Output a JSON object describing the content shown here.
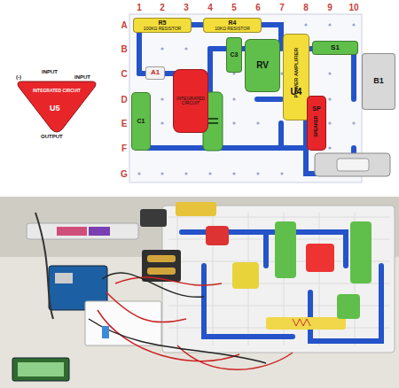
{
  "diagram": {
    "nodes": [
      {
        "text": [
          "R5",
          "100KΩ RESISTOR"
        ]
      },
      {
        "text": [
          "R4",
          "10KΩ RESISTOR"
        ]
      },
      {
        "text": [
          "A1"
        ]
      },
      {
        "text": [
          "INTEGRATED CIRCUIT"
        ]
      },
      {
        "text": [
          "C3"
        ]
      },
      {
        "text": [
          "RV"
        ]
      },
      {
        "text": [
          "POWER AMPLIFIER",
          "U4"
        ]
      },
      {
        "text": [
          "S1"
        ]
      },
      {
        "text": [
          "B1"
        ]
      },
      {
        "text": [
          "C1"
        ]
      },
      {
        "text": [
          "SP",
          "SPEAKER"
        ]
      },
      {
        "text": [
          "(-)",
          "INPUT",
          "INPUT",
          "INTEGRATED CIRCUIT",
          "U5",
          "OUTPUT"
        ]
      }
    ],
    "labels": [
      "1",
      "2",
      "3",
      "4",
      "5",
      "6",
      "7",
      "8",
      "9",
      "10",
      "A",
      "B",
      "C",
      "D",
      "E",
      "F",
      "G"
    ]
  }
}
